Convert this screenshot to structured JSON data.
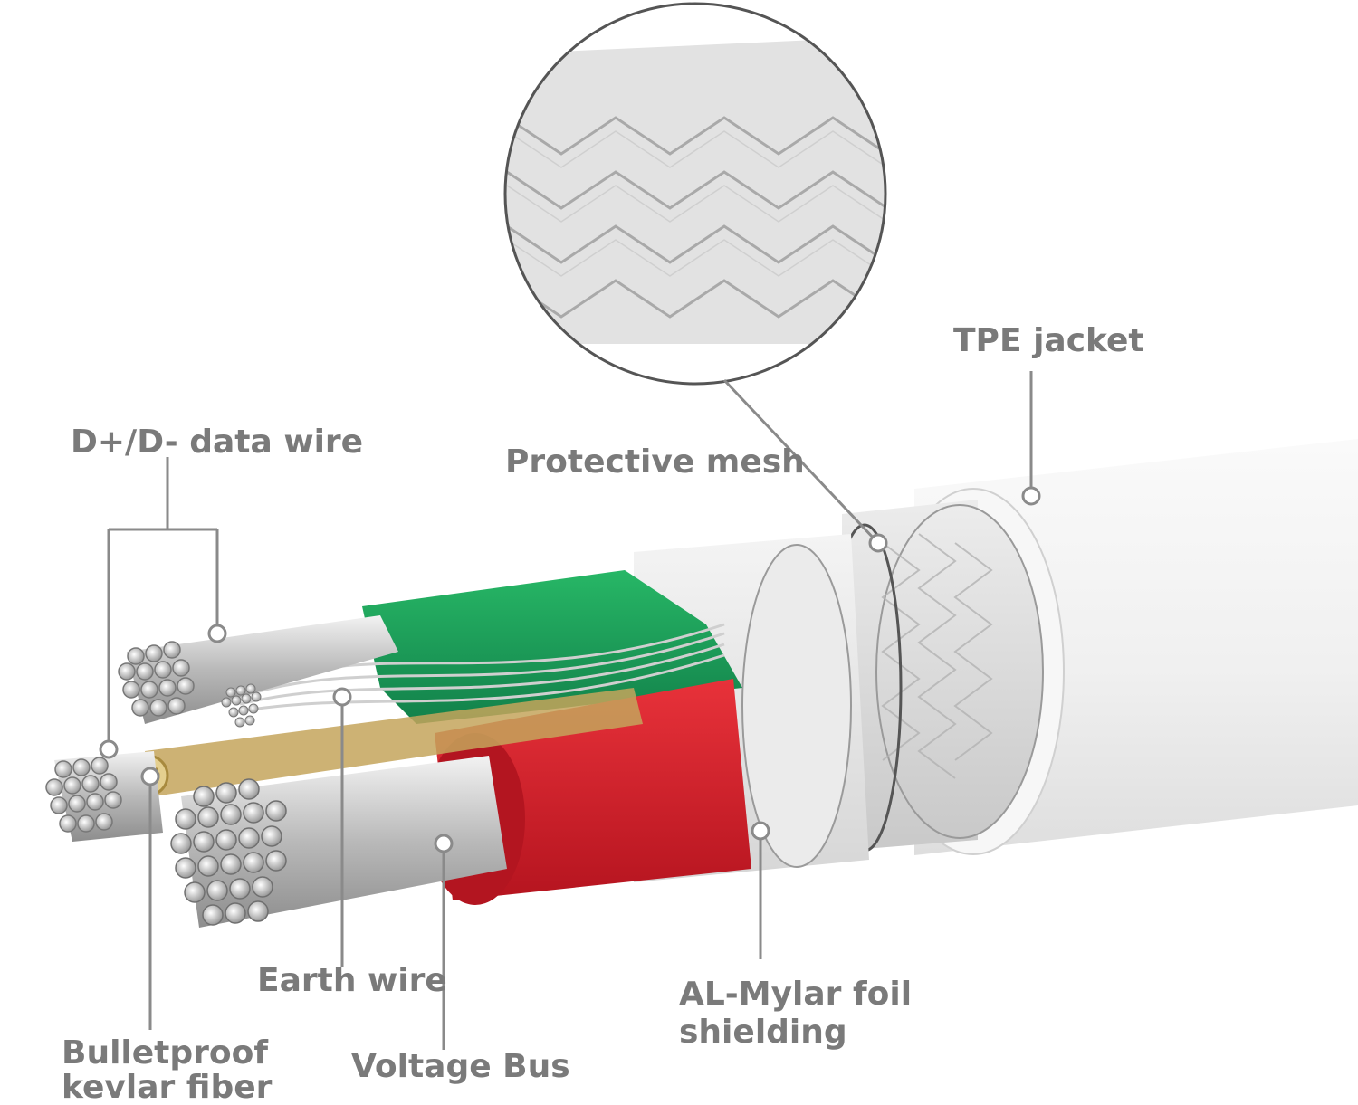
{
  "labels": {
    "tpe_jacket": "TPE jacket",
    "protective_mesh": "Protective mesh",
    "data_wire": "D+/D- data wire",
    "earth_wire": "Earth wire",
    "mylar_line1": "AL-Mylar foil",
    "mylar_line2": "shielding",
    "kevlar_line1": "Bulletproof",
    "kevlar_line2": "kevlar fiber",
    "voltage_bus": "Voltage Bus"
  },
  "colors": {
    "label_text": "#7a7a7a",
    "leader_line": "#8a8a8a",
    "jacket": "#f2f2f2",
    "mesh": "#dcdcdc",
    "foil": "#e6e6e6",
    "green_insulation": "#1fa25a",
    "red_insulation": "#d8222d",
    "copper_strand": "#c9c9c9",
    "kevlar": "#c9a85a"
  }
}
